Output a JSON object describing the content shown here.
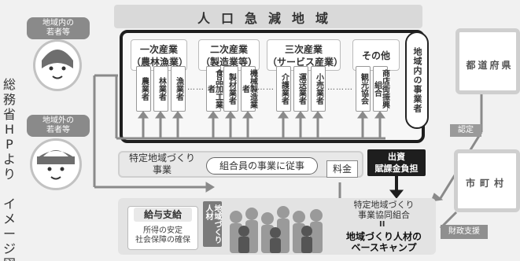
{
  "side_caption": [
    "総",
    "務",
    "省",
    "H",
    "P",
    "よ",
    "り",
    "",
    "イ",
    "メ",
    "ー",
    "ジ",
    "図"
  ],
  "header": {
    "title": "人口急減地域"
  },
  "sectors": [
    {
      "label": "一次産業\n（農林漁業）"
    },
    {
      "label": "二次産業\n（製造業等）"
    },
    {
      "label": "三次産業\n（サービス産業）"
    },
    {
      "label": "その他"
    }
  ],
  "occupations": [
    "農業者",
    "林業者",
    "漁業者",
    "食品加工業者",
    "製材業者",
    "機械製造業者",
    "介護業者",
    "運送業者",
    "小売業者",
    "観光協会",
    "商店街振興組合"
  ],
  "regional_businesses": "地域内の事業者",
  "people": {
    "inside_label": "地域内の\n若者等",
    "outside_label": "地域外の\n若者等"
  },
  "middle": {
    "tokutei_label": "特定地域づくり\n事業",
    "kumiai_button": "組合員の事業に従事",
    "ryokin": "料金",
    "shusshi": "出資\n賦課金負担"
  },
  "bottom": {
    "kyuyo_title": "給与支給",
    "kyuyo_sub": "所得の安定\n社会保障の確保",
    "jinzai": "地域づくり\n人材",
    "kumiai_name": "特定地域づくり\n事業協同組合",
    "equals": "II",
    "base_camp": "地域づくり人材の\nベースキャンプ"
  },
  "right": {
    "prefecture": "都道府県",
    "nintei": "認定",
    "city": "市町村",
    "zaisei": "財政支援"
  }
}
